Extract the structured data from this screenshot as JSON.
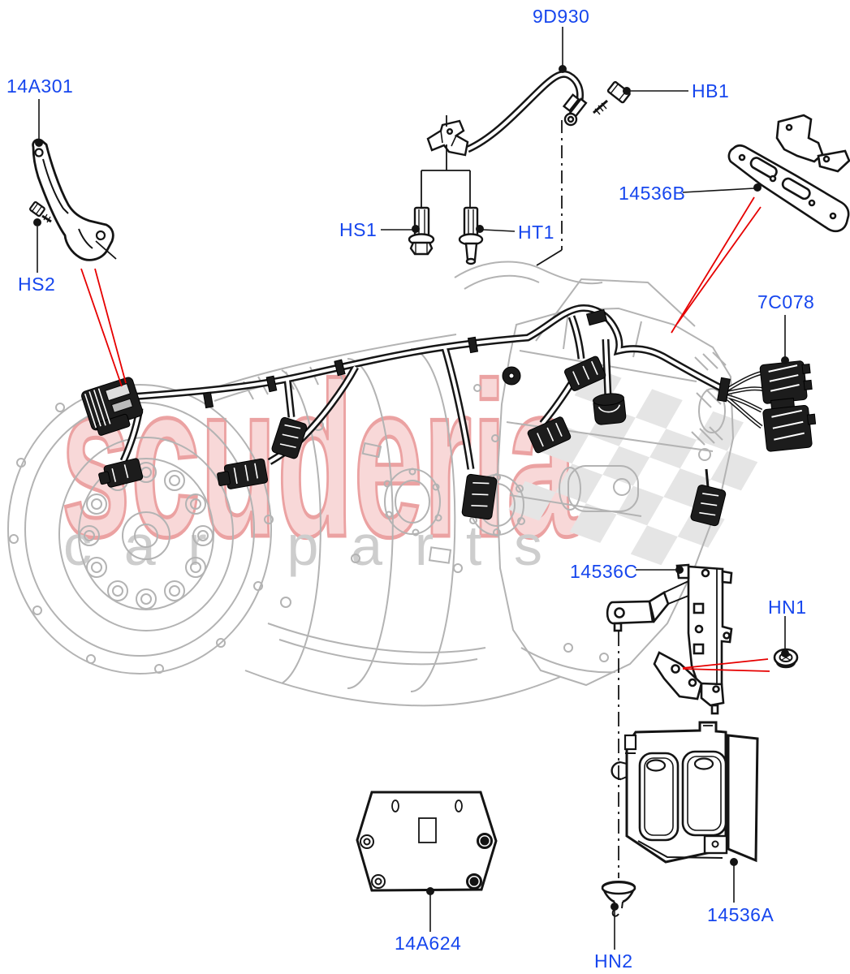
{
  "diagram_title": "",
  "watermark": {
    "brand": "scuderia",
    "subtitle": "car parts",
    "brand_fill": "#f8d8d8",
    "brand_stroke": "#eba2a2",
    "subtitle_color": "#cdcdcd",
    "flag_color": "#e5e5e5"
  },
  "colors": {
    "label_blue": "#1646ee",
    "leader_black": "#141414",
    "pointer_red": "#e60000",
    "drawing_gray": "#b3b3b3",
    "harness_black": "#161616"
  },
  "callouts": [
    {
      "id": "14A301",
      "label": "14A301"
    },
    {
      "id": "9D930",
      "label": "9D930"
    },
    {
      "id": "HB1",
      "label": "HB1"
    },
    {
      "id": "14536B",
      "label": "14536B"
    },
    {
      "id": "HS2",
      "label": "HS2"
    },
    {
      "id": "HS1",
      "label": "HS1"
    },
    {
      "id": "HT1",
      "label": "HT1"
    },
    {
      "id": "7C078",
      "label": "7C078"
    },
    {
      "id": "14536C",
      "label": "14536C"
    },
    {
      "id": "HN1",
      "label": "HN1"
    },
    {
      "id": "14A624",
      "label": "14A624"
    },
    {
      "id": "HN2",
      "label": "HN2"
    },
    {
      "id": "14536A",
      "label": "14536A"
    }
  ]
}
